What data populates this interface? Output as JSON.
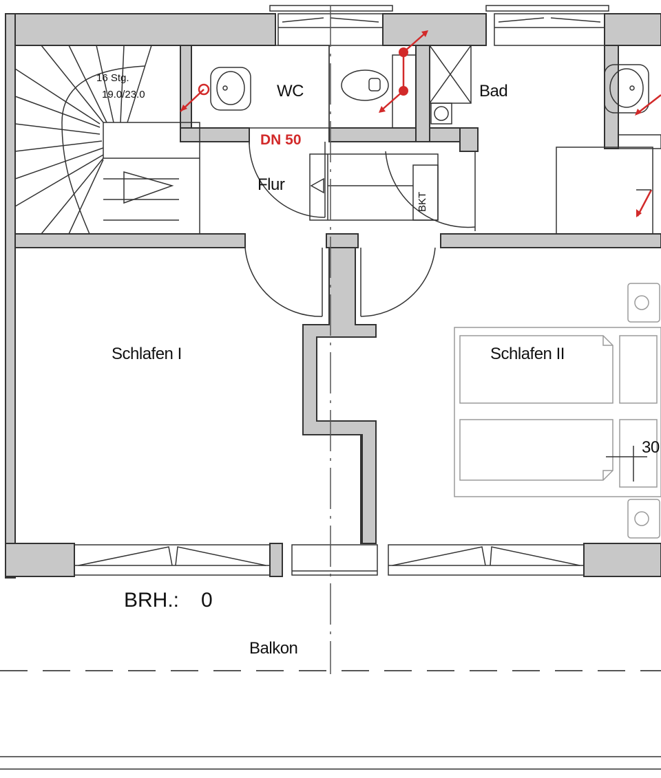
{
  "labels": {
    "stairs_steps": "16 Stg.",
    "stairs_ratio": "19.0/23.0",
    "wc": "WC",
    "bath": "Bad",
    "drain": "DN 50",
    "hall": "Flur",
    "bkt": "BKT",
    "bedroom_1": "Schlafen I",
    "bedroom_2": "Schlafen II",
    "dimension": "30",
    "parapet_label": "BRH.:",
    "parapet_value": "0",
    "balcony": "Balkon"
  },
  "colors": {
    "wall_fill": "#c8c8c8",
    "line": "#333333",
    "installation_red": "#d22a2a"
  }
}
